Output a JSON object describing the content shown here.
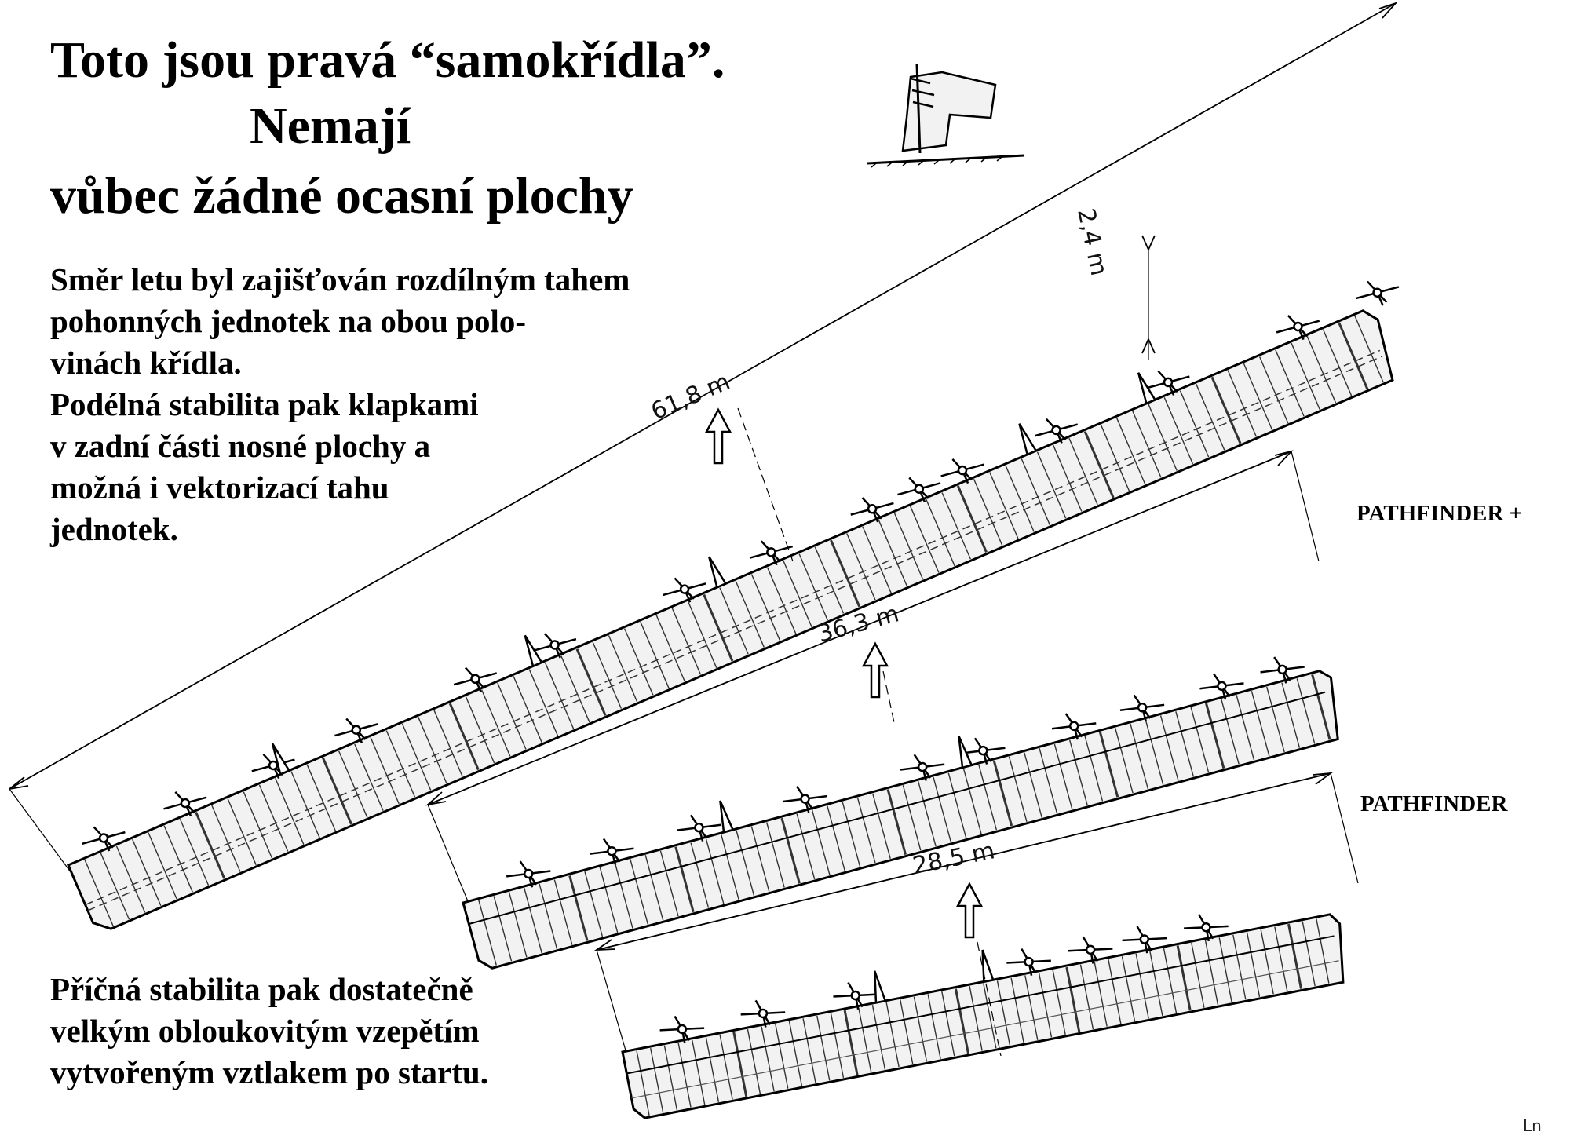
{
  "title": {
    "line1": "Toto jsou pravá “samokřídla”.",
    "line2": "Nemají",
    "line3": "vůbec žádné ocasní plochy"
  },
  "paragraph1": {
    "lines": [
      "Směr letu byl zajišťován rozdílným tahem",
      "pohonných jednotek na obou polo-",
      "vinách křídla.",
      "Podélná stabilita pak klapkami",
      "v zadní části nosné plochy a",
      "možná i vektorizací tahu",
      "jednotek."
    ]
  },
  "paragraph2": {
    "lines": [
      "Příčná stabilita pak dostatečně",
      "velkým obloukovitým vzepětím",
      "vytvořeným vztlakem po startu."
    ]
  },
  "aircraft": {
    "large": {
      "span_label": "61,8 m",
      "chord_label": "2,4 m"
    },
    "middle": {
      "name": "PATHFINDER +",
      "span_label": "36,3 m"
    },
    "small": {
      "name": "PATHFINDER",
      "span_label": "28,5 m"
    }
  },
  "initials": "Ln",
  "colors": {
    "ink": "#000000",
    "wing_fill": "#f2f2f2",
    "background": "#ffffff"
  }
}
